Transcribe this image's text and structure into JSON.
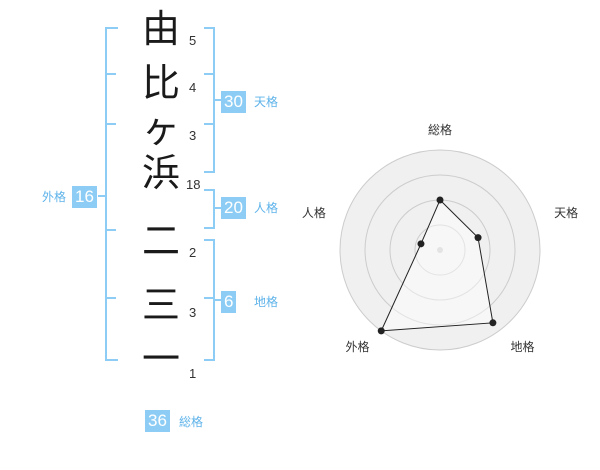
{
  "name": {
    "characters": [
      "由",
      "比",
      "ヶ",
      "浜",
      "二",
      "三",
      "一"
    ],
    "strokes": [
      "5",
      "4",
      "3",
      "18",
      "2",
      "3",
      "1"
    ]
  },
  "scores": {
    "tenkaku": {
      "value": "30",
      "label": "天格"
    },
    "jinkaku": {
      "value": "20",
      "label": "人格"
    },
    "chikaku": {
      "value": "6",
      "label": "地格"
    },
    "gaikaku": {
      "value": "16",
      "label": "外格"
    },
    "soukaku": {
      "value": "36",
      "label": "総格"
    }
  },
  "chart_data": {
    "type": "radar",
    "axes": [
      "総格",
      "天格",
      "地格",
      "外格",
      "人格"
    ],
    "values": [
      0.5,
      0.4,
      0.9,
      1.0,
      0.2
    ],
    "rings": 4,
    "colors": {
      "bracket": "#8dcdf5",
      "fill": "#f0f0f0",
      "grid": "#cccccc",
      "line": "#222222"
    }
  }
}
